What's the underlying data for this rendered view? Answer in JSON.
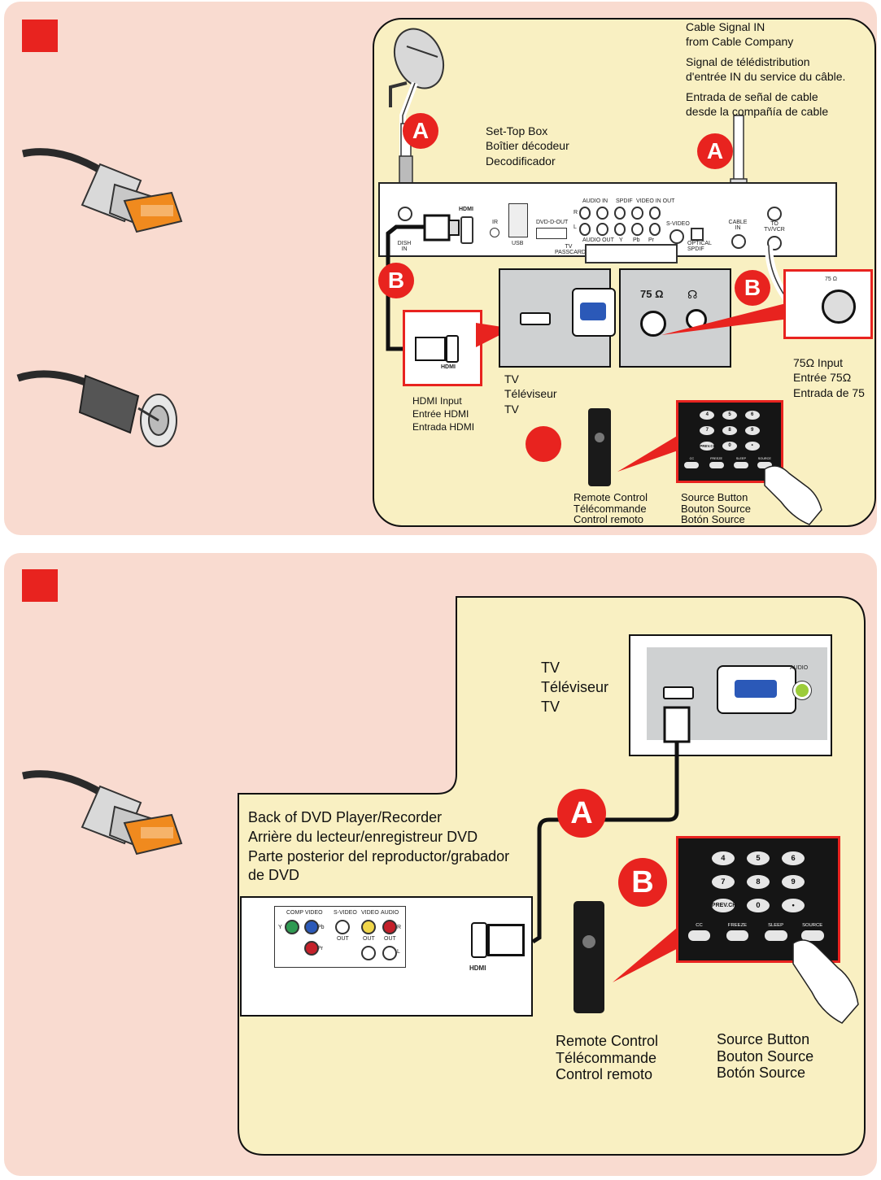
{
  "colors": {
    "panel": "#f9dbd0",
    "yellow": "#f9f0c2",
    "accent": "#e8231f",
    "hdmi_orange": "#f08a1e",
    "cable": "#111111"
  },
  "panel1": {
    "cable_signal": [
      "Cable Signal IN",
      "from Cable Company",
      "Signal de télédistribution",
      "d'entrée IN du service du câble.",
      "Entrada de señal de cable",
      "desde la compañía de cable"
    ],
    "set_top_box": [
      "Set-Top Box",
      "Boîtier décodeur",
      "Decodificador"
    ],
    "badges": {
      "a1": "A",
      "a2": "A",
      "b1": "B",
      "b2": "B"
    },
    "stb_labels": {
      "dish_in": "DISH IN",
      "hdmi": "HDMI",
      "ir": "IR",
      "usb": "USB",
      "dvd_d_out": "DVD-D-OUT",
      "audio_in": "AUDIO IN",
      "spdif": "SPDIF",
      "video_in_out": "VIDEO IN  OUT",
      "audio_out": "AUDIO OUT",
      "y": "Y",
      "pb": "Pb",
      "pr": "Pr",
      "s_video": "S-VIDEO",
      "optical_spdif": "OPTICAL SPDIF",
      "tv_passcard": "TV PASSCARD",
      "cable_in": "CABLE IN",
      "to_tv_vcr": "TO TV/VCR",
      "r": "R",
      "l": "L"
    },
    "hdmi_plug": "HDMI",
    "hdmi_input": [
      "HDMI Input",
      "Entrée HDMI",
      "Entrada HDMI"
    ],
    "tv": [
      "TV",
      "Téléviseur",
      "TV"
    ],
    "ohm": "75 Ω",
    "ohm_small": "75 Ω",
    "ohm_input": [
      "75Ω Input",
      "Entrée 75Ω",
      "Entrada de 75"
    ],
    "remote": [
      "Remote Control",
      "Télécommande",
      "Control remoto"
    ],
    "source_button": [
      "Source Button",
      "Bouton Source",
      "Botón Source"
    ],
    "keypad": {
      "keys": [
        "4",
        "5",
        "6",
        "7",
        "8",
        "9",
        "PREV.CH",
        "0",
        "•"
      ],
      "labels": [
        "CC",
        "FREEZE",
        "SLEEP",
        "SOURCE"
      ]
    }
  },
  "panel2": {
    "tv": [
      "TV",
      "Téléviseur",
      "TV"
    ],
    "audio": "AUDIO",
    "dvd_back": [
      "Back of DVD Player/Recorder",
      "Arrière du lecteur/enregistreur DVD",
      "Parte posterior del reproductor/grabador",
      "de DVD"
    ],
    "badges": {
      "a": "A",
      "b": "B"
    },
    "dvd_labels": {
      "comp_video": "COMP VIDEO",
      "s_video": "S-VIDEO",
      "video": "VIDEO",
      "audio": "AUDIO",
      "out": "OUT",
      "hdmi": "HDMI",
      "y": "Y",
      "pb": "Pb",
      "pr": "Pr",
      "r": "R",
      "l": "L"
    },
    "remote": [
      "Remote Control",
      "Télécommande",
      "Control remoto"
    ],
    "source_button": [
      "Source Button",
      "Bouton Source",
      "Botón Source"
    ],
    "keypad": {
      "keys": [
        "4",
        "5",
        "6",
        "7",
        "8",
        "9",
        "PREV.CH",
        "0",
        "•"
      ],
      "labels": [
        "CC",
        "FREEZE",
        "SLEEP",
        "SOURCE"
      ]
    }
  }
}
